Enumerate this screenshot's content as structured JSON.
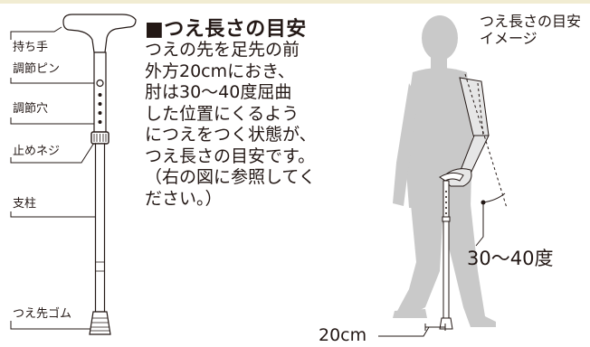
{
  "cane_parts": {
    "grip": "持ち手",
    "adjust_pin": "調節ピン",
    "adjust_holes": "調節穴",
    "lock_screw": "止めネジ",
    "shaft": "支柱",
    "rubber_tip": "つえ先ゴム"
  },
  "guide": {
    "title": "■つえ長さの目安",
    "lines": [
      "つえの先を足先の前",
      "外方20cmにおき、",
      "肘は30～40度屈曲",
      "した位置にくるよう",
      "につえをつく状態が、",
      "つえ長さの目安です。",
      "（右の図に参照してく",
      "ださい。）"
    ]
  },
  "illustration": {
    "title_lines": [
      "つえ長さの目安",
      "イメージ"
    ],
    "angle_label": "30～40度",
    "distance_label": "20cm"
  },
  "colors": {
    "text": "#231815",
    "silhouette": "#c9c9c9",
    "highlight_band": "#f1ecd2"
  }
}
